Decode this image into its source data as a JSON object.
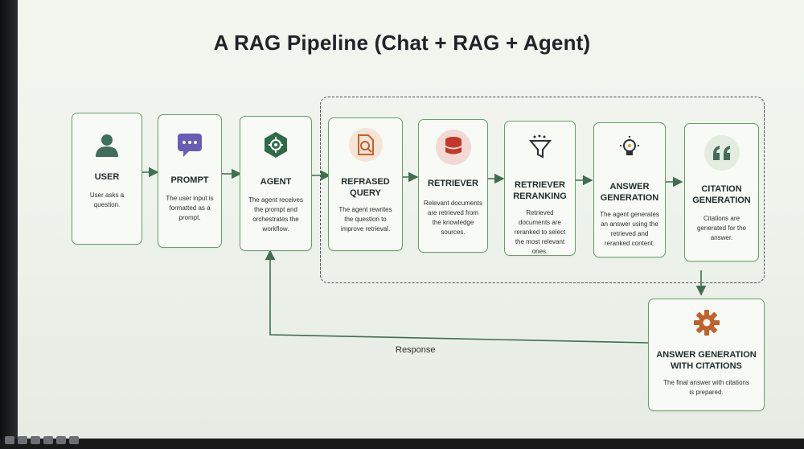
{
  "title": "A RAG Pipeline (Chat + RAG + Agent)",
  "nodes": [
    {
      "id": "user",
      "title": "USER",
      "desc": "User asks a question.",
      "icon": "user-icon"
    },
    {
      "id": "prompt",
      "title": "PROMPT",
      "desc": "The user input is formatted as a prompt.",
      "icon": "chat-bubble-icon"
    },
    {
      "id": "agent",
      "title": "AGENT",
      "desc": "The agent receives the prompt and orchestrates the workflow.",
      "icon": "agent-hexagon-icon"
    },
    {
      "id": "refrased",
      "title_line1": "REFRASED",
      "title_line2": "QUERY",
      "desc": "The agent rewrites the question to improve retrieval.",
      "icon": "document-search-icon"
    },
    {
      "id": "retriever",
      "title": "RETRIEVER",
      "desc": "Relevant documents are retrieved from the knowledge sources.",
      "icon": "database-icon"
    },
    {
      "id": "reranking",
      "title_line1": "RETRIEVER",
      "title_line2": "RERANKING",
      "desc": "Retrieved documents are reranked to select the most relevant ones.",
      "icon": "funnel-icon"
    },
    {
      "id": "answer_gen",
      "title_line1": "ANSWER",
      "title_line2": "GENERATION",
      "desc": "The agent generates an answer using the retrieved and reranked content.",
      "icon": "lightbulb-icon"
    },
    {
      "id": "citation_gen",
      "title_line1": "CITATION",
      "title_line2": "GENERATION",
      "desc": "Citations are generated for the answer.",
      "icon": "quote-icon"
    },
    {
      "id": "final",
      "title_line1": "ANSWER GENERATION",
      "title_line2": "WITH CITATIONS",
      "desc": "The final answer with citations is prepared.",
      "icon": "gear-icon"
    }
  ],
  "response_label": "Response",
  "colors": {
    "border": "#6e9c6c",
    "accent_orange": "#c0622b",
    "accent_red": "#c0392b",
    "agent_green": "#2e6b4b",
    "prompt_purple": "#6a5bb5"
  }
}
